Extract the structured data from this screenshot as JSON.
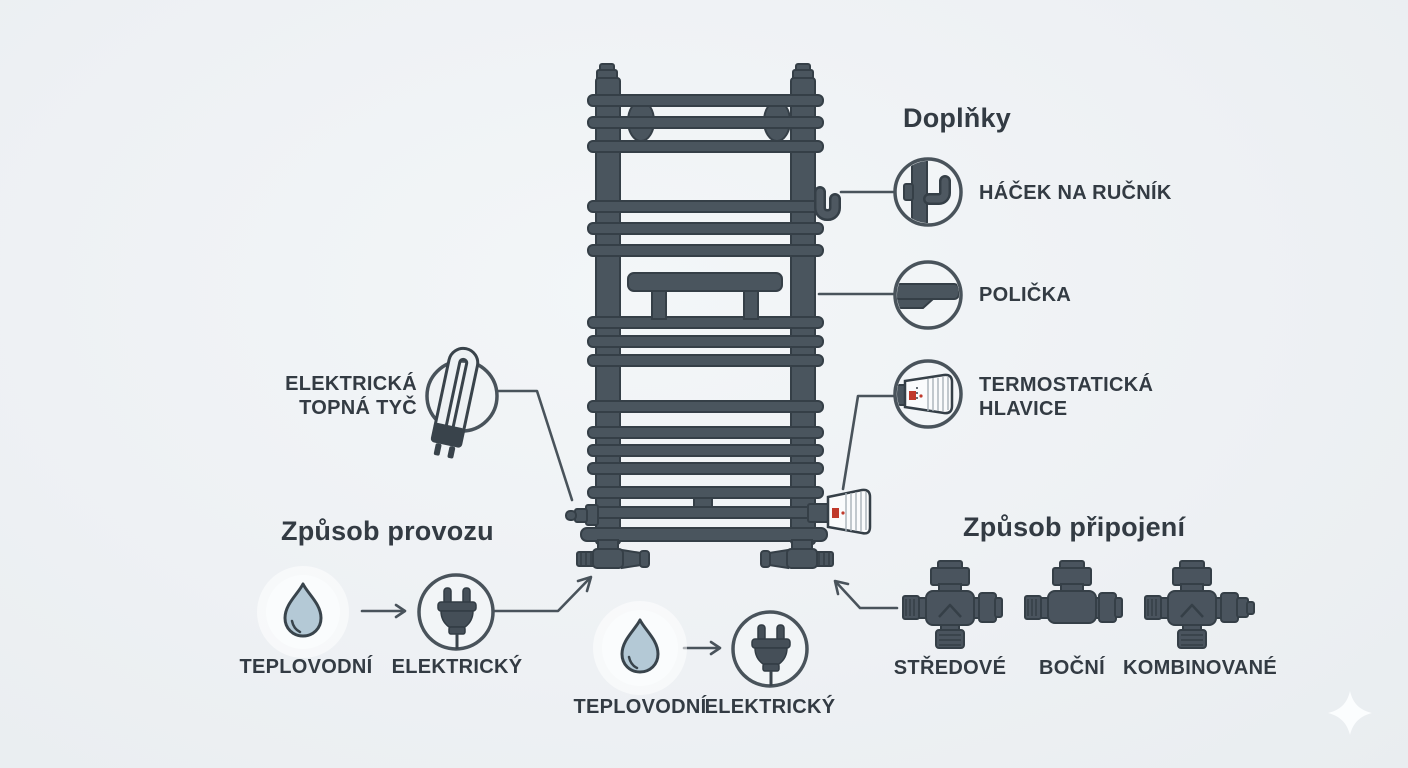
{
  "canvas": {
    "background": "#eef1f4"
  },
  "colors": {
    "background": "#eef1f4",
    "radiator_fill": "#4a555e",
    "radiator_outline": "#353f47",
    "line": "#49535b",
    "text": "#333b43",
    "circle_fill": "#f2f5f7",
    "drop_fill": "#b4c9d6",
    "thermo_head_white": "#fafbfc",
    "thermo_red": "#c0392b",
    "halo_white": "#ffffff"
  },
  "sections": {
    "accessories": {
      "heading": "Doplňky",
      "items": [
        {
          "label": "HÁČEK NA RUČNÍK",
          "icon": "towel-hook-icon"
        },
        {
          "label": "POLIČKA",
          "icon": "shelf-icon"
        },
        {
          "label_line1": "TERMOSTATICKÁ",
          "label_line2": "HLAVICE",
          "icon": "thermostatic-head-icon"
        }
      ]
    },
    "heating_rod_callout": {
      "label_line1": "ELEKTRICKÁ",
      "label_line2": "TOPNÁ TYČ",
      "icon": "electric-heating-rod-icon"
    },
    "operation": {
      "heading": "Způsob provozu",
      "left_group": {
        "water_label": "TEPLOVODNÍ",
        "water_icon": "water-drop-icon",
        "electric_label": "ELEKTRICKÝ",
        "electric_icon": "power-plug-icon"
      },
      "center_group": {
        "water_label": "TEPLOVODNÍ",
        "water_icon": "water-drop-icon",
        "electric_label": "ELEKTRICKÝ",
        "electric_icon": "power-plug-icon"
      }
    },
    "connection": {
      "heading": "Způsob připojení",
      "items": [
        {
          "label": "STŘEDOVÉ",
          "icon": "center-valve-icon"
        },
        {
          "label": "BOČNÍ",
          "icon": "side-valve-icon"
        },
        {
          "label": "KOMBINOVANÉ",
          "icon": "combined-valve-icon"
        }
      ]
    }
  },
  "decor": {
    "sparkle": "sparkle-icon"
  }
}
